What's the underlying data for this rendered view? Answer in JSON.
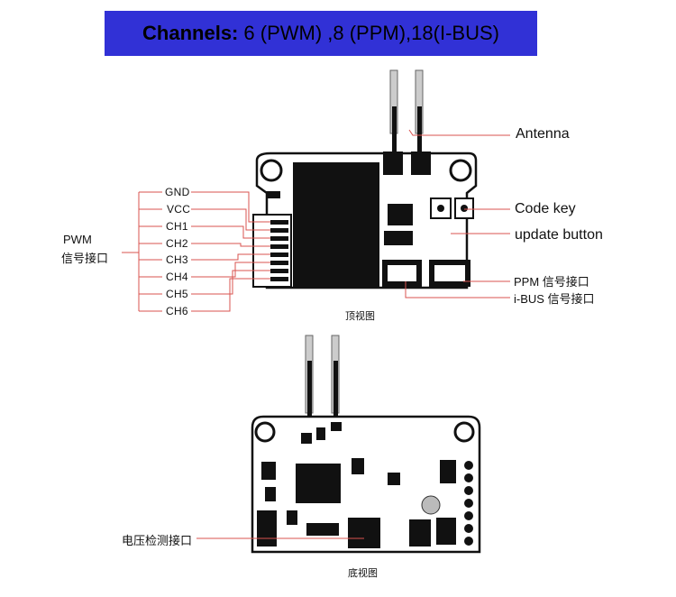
{
  "banner": {
    "title_bold": "Channels:",
    "title_rest": "6 (PWM) ,8 (PPM),18(I-BUS)"
  },
  "top_view": {
    "callouts": {
      "antenna": "Antenna",
      "code_key": "Code key",
      "update_button": "update button",
      "ppm_port": "PPM 信号接口",
      "ibus_port": "i-BUS 信号接口"
    },
    "pwm_group": {
      "line1": "PWM",
      "line2": "信号接口"
    },
    "pins": [
      "GND",
      "VCC",
      "CH1",
      "CH2",
      "CH3",
      "CH4",
      "CH5",
      "CH6"
    ],
    "caption": "顶视图"
  },
  "bottom_view": {
    "voltage_port": "电压检测接口",
    "caption": "底视图"
  },
  "colors": {
    "banner": "#3131d6",
    "leader": "#d9534f",
    "board_outline": "#111111",
    "component": "#1a1a1a"
  }
}
